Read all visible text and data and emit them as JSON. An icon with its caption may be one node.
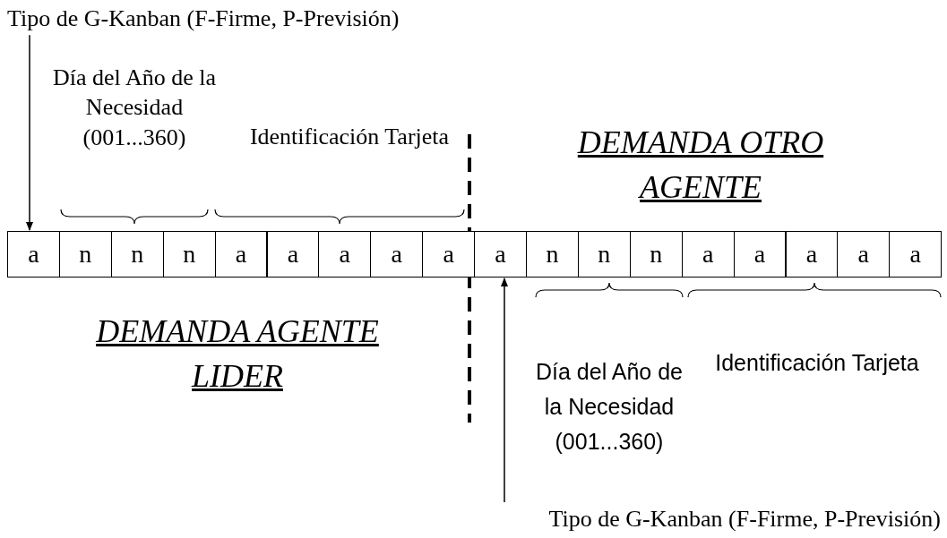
{
  "diagram": {
    "nodes": [
      {
        "text": [
          "Tipo de G-Kanban (F-Firme, P-Previsión)"
        ]
      },
      {
        "text": [
          "a"
        ]
      },
      {
        "text": [
          "n"
        ]
      },
      {
        "text": [
          "n"
        ]
      },
      {
        "text": [
          "n"
        ]
      },
      {
        "text": [
          "a"
        ]
      },
      {
        "text": [
          "a"
        ]
      },
      {
        "text": [
          "a"
        ]
      },
      {
        "text": [
          "a"
        ]
      },
      {
        "text": [
          "a"
        ]
      },
      {
        "text": [
          "a"
        ]
      },
      {
        "text": [
          "n"
        ]
      },
      {
        "text": [
          "n"
        ]
      },
      {
        "text": [
          "n"
        ]
      },
      {
        "text": [
          "a"
        ]
      },
      {
        "text": [
          "a"
        ]
      },
      {
        "text": [
          "a"
        ]
      },
      {
        "text": [
          "a"
        ]
      },
      {
        "text": [
          "a"
        ]
      },
      {
        "text": [
          "Tipo de G-Kanban (F-Firme, P-Previsión)"
        ]
      }
    ],
    "edges": [
      {
        "from": 0,
        "to": 1,
        "arrow": "to"
      },
      {
        "from": 19,
        "to": 10,
        "arrow": "to"
      }
    ],
    "labels": [
      "Día del Año de la Necesidad (001...360)",
      "Identificación Tarjeta",
      "DEMANDA OTRO AGENTE",
      "DEMANDA AGENTE LIDER",
      "Día del Año de la Necesidad (001...360)",
      "Identificación Tarjeta"
    ]
  }
}
